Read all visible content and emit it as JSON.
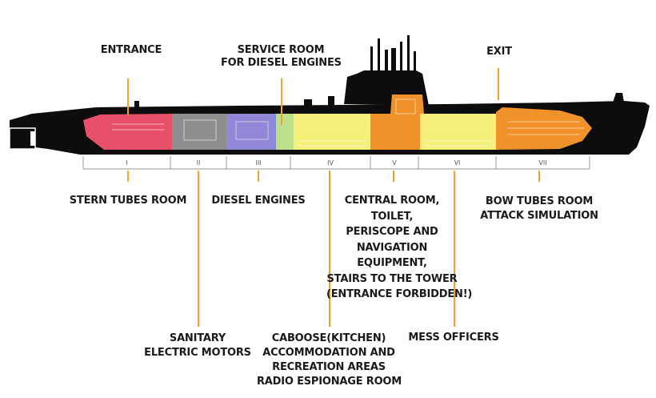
{
  "sections": [
    "I",
    "II",
    "III",
    "IV",
    "V",
    "VI",
    "VII"
  ],
  "labels": {
    "entrance": [
      "ENTRANCE"
    ],
    "service_room": [
      "SERVICE ROOM",
      "FOR DIESEL ENGINES"
    ],
    "exit": [
      "EXIT"
    ],
    "stern_tubes": [
      "STERN TUBES ROOM"
    ],
    "diesel_engines": [
      "DIESEL ENGINES"
    ],
    "central_room": [
      "CENTRAL ROOM,",
      "TOILET,",
      "PERISCOPE AND",
      "NAVIGATION",
      "EQUIPMENT,",
      "STAIRS TO THE TOWER",
      "(ENTRANCE FORBIDDEN!)"
    ],
    "bow_tubes": [
      "BOW TUBES ROOM",
      "ATTACK SIMULATION"
    ],
    "sanitary": [
      "SANITARY",
      "ELECTRIC MOTORS"
    ],
    "caboose": [
      "CABOOSE(KITCHEN)",
      "ACCOMMODATION AND",
      "RECREATION AREAS",
      "RADIO ESPIONAGE ROOM"
    ],
    "mess_officers": [
      "MESS OFFICERS"
    ]
  },
  "colors": {
    "hull": "#0d0d0d",
    "leader": "#f2a12a",
    "room_I": "#e8506a",
    "room_II": "#8e8e8e",
    "room_III": "#8f88d6",
    "room_IV_a": "#bfe08a",
    "room_IV": "#f4f07a",
    "room_V": "#f0912a",
    "room_VI": "#f4f07a",
    "room_VII": "#f0912a"
  }
}
